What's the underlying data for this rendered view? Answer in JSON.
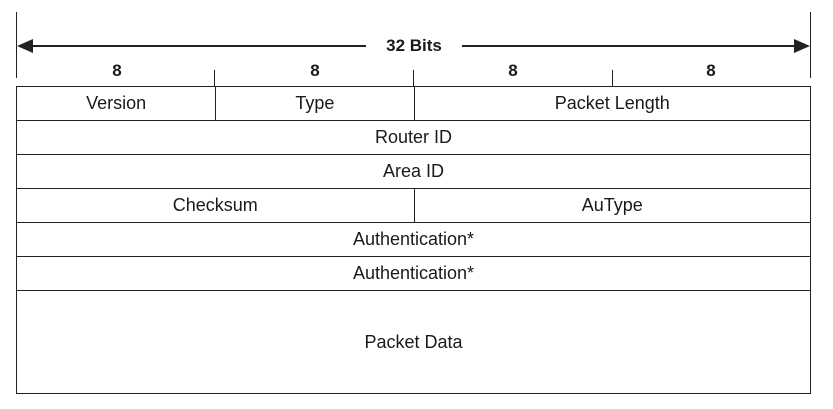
{
  "header": {
    "total_width_label": "32 Bits",
    "byte_labels": [
      "8",
      "8",
      "8",
      "8"
    ]
  },
  "fields": {
    "version": "Version",
    "type": "Type",
    "packet_length": "Packet Length",
    "router_id": "Router ID",
    "area_id": "Area ID",
    "checksum": "Checksum",
    "autype": "AuType",
    "authentication_1": "Authentication*",
    "authentication_2": "Authentication*",
    "packet_data": "Packet Data"
  }
}
